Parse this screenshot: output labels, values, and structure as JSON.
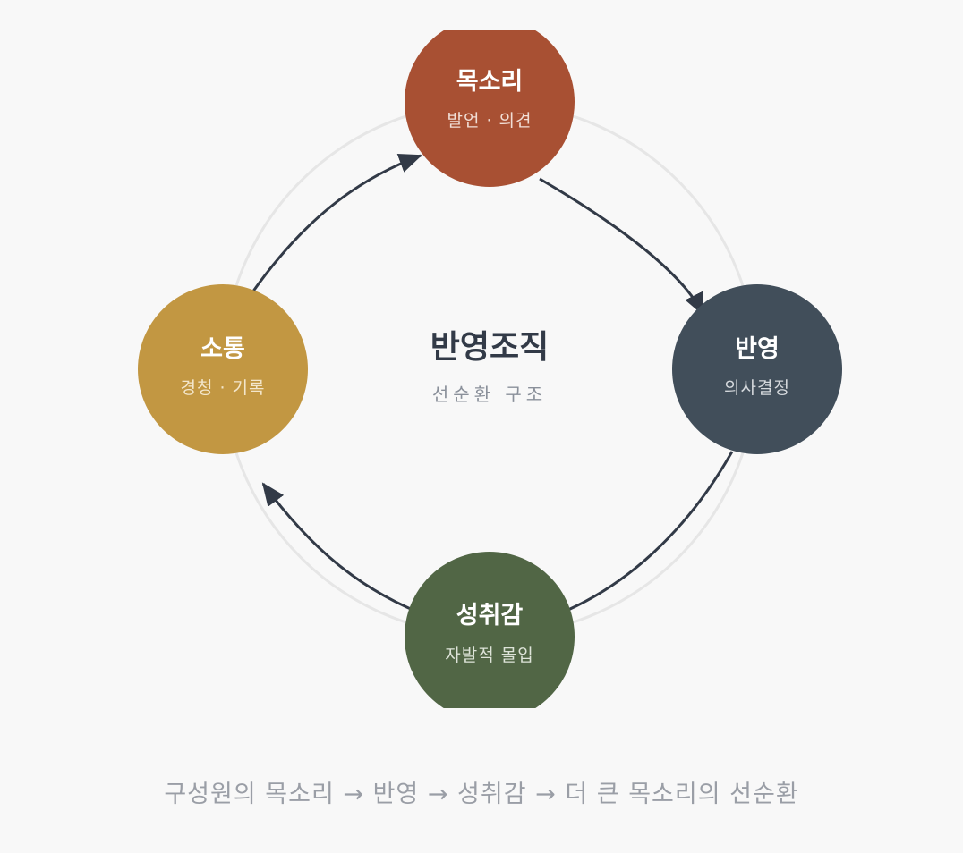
{
  "center": {
    "title": "반영조직",
    "subtitle": "선순환 구조"
  },
  "nodes": {
    "voice": {
      "title": "목소리",
      "subtitle": "발언 · 의견"
    },
    "reflection": {
      "title": "반영",
      "subtitle": "의사결정"
    },
    "achievement": {
      "title": "성취감",
      "subtitle": "자발적 몰입"
    },
    "communication": {
      "title": "소통",
      "subtitle": "경청 · 기록"
    }
  },
  "caption": "구성원의 목소리 → 반영 → 성취감 → 더 큰 목소리의 선순환",
  "colors": {
    "background": "#f8f8f8",
    "voice": "#a85033",
    "reflection": "#414e5a",
    "achievement": "#516645",
    "communication": "#c29742",
    "arrow": "#323a47",
    "ring": "#e6e6e6",
    "center_title": "#323a47",
    "center_subtitle": "#8a909a",
    "caption": "#9a9ea6",
    "node_subtitle": "#f1e3dc"
  }
}
